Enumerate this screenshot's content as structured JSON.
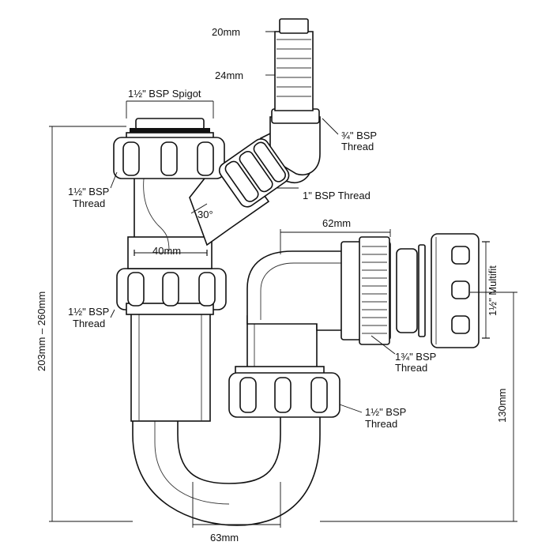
{
  "labels": {
    "hose_tip": "20mm",
    "hose_base": "24mm",
    "spigot": "1½\" BSP Spigot",
    "inlet_thread_a": "¾\" BSP",
    "inlet_thread_b": "Thread",
    "left_thread_top_a": "1½\" BSP",
    "left_thread_top_b": "Thread",
    "angle_thread": "1\" BSP Thread",
    "angle": "30°",
    "width_body": "40mm",
    "width_outlet": "62mm",
    "multifit": "1½\" Multifit",
    "overall_height": "203mm – 260mm",
    "left_thread_mid_a": "1½\" BSP",
    "left_thread_mid_b": "Thread",
    "outlet_thread_a": "1¾\" BSP",
    "outlet_thread_b": "Thread",
    "bottom_thread_a": "1½\" BSP",
    "bottom_thread_b": "Thread",
    "outlet_height": "130mm",
    "trap_width": "63mm"
  }
}
